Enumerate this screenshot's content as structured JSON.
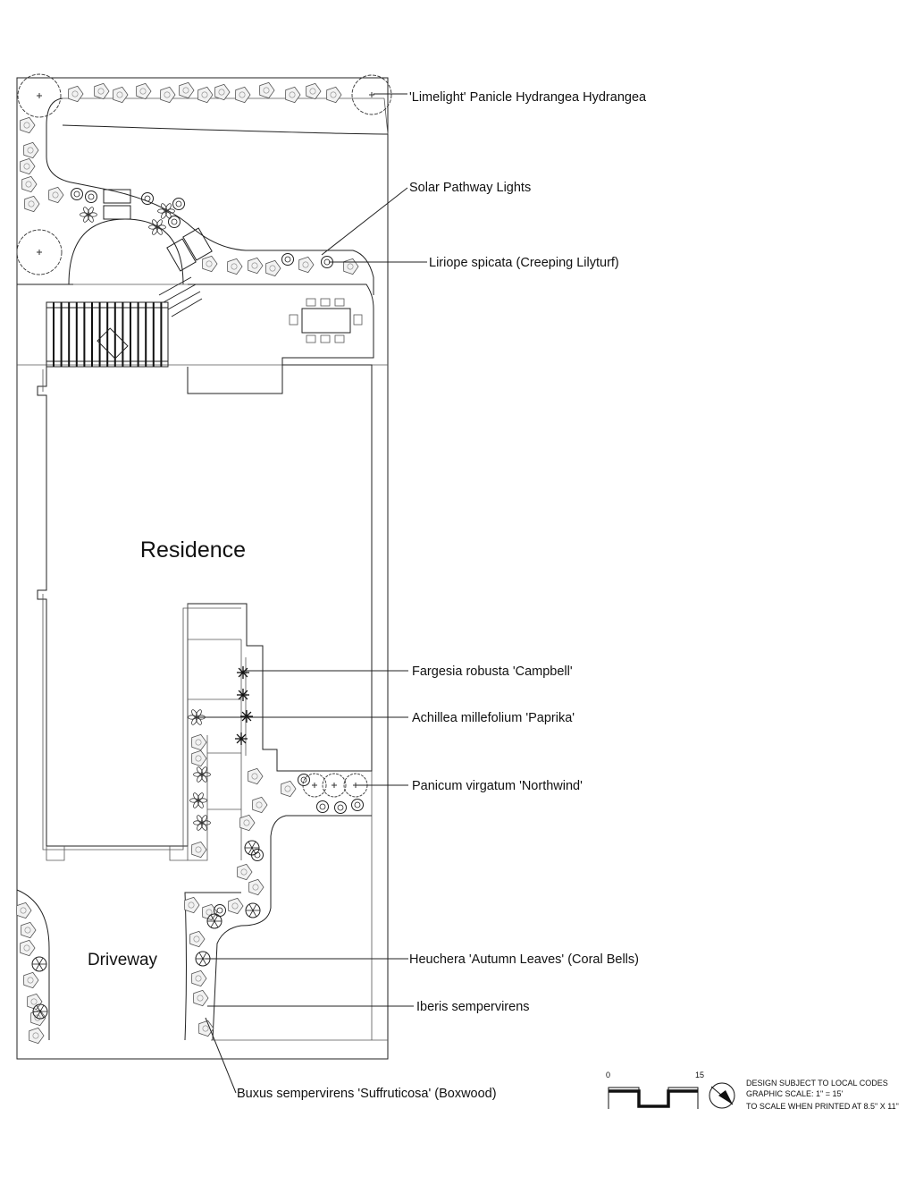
{
  "title": "",
  "areas": {
    "residence": "Residence",
    "driveway": "Driveway"
  },
  "plant_labels": [
    {
      "id": "hydrangea",
      "text": "'Limelight' Panicle Hydrangea Hydrangea"
    },
    {
      "id": "solar",
      "text": "Solar Pathway Lights"
    },
    {
      "id": "liriope",
      "text": "Liriope spicata (Creeping Lilyturf)"
    },
    {
      "id": "fargesia",
      "text": "Fargesia robusta 'Campbell'"
    },
    {
      "id": "achillea",
      "text": "Achillea millefolium 'Paprika'"
    },
    {
      "id": "panicum",
      "text": "Panicum virgatum 'Northwind'"
    },
    {
      "id": "heuchera",
      "text": "Heuchera 'Autumn Leaves' (Coral Bells)"
    },
    {
      "id": "iberis",
      "text": "Iberis sempervirens"
    },
    {
      "id": "buxus",
      "text": "Buxus sempervirens 'Suffruticosa' (Boxwood)"
    }
  ],
  "scale_bar": {
    "start": "0",
    "end": "15"
  },
  "notes": [
    "DESIGN SUBJECT TO LOCAL CODES",
    "GRAPHIC SCALE: 1\" = 15'",
    "TO SCALE WHEN PRINTED AT 8.5\" X 11\""
  ],
  "colors": {
    "line": "#222222",
    "background": "#ffffff"
  }
}
